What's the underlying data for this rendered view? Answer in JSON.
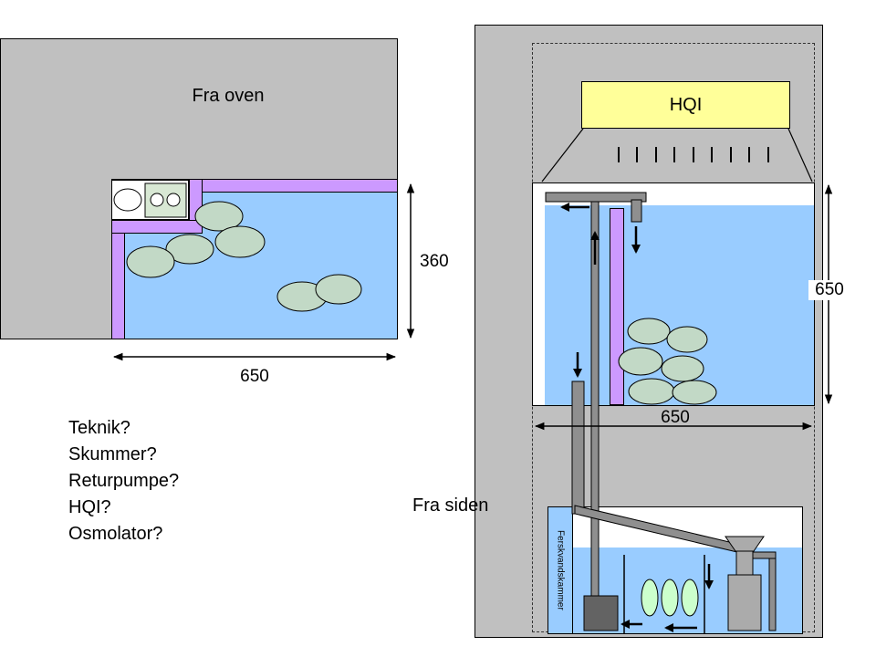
{
  "colors": {
    "panel_gray": "#c0c0c0",
    "water_blue": "#99ccff",
    "wall_purple": "#cc99ff",
    "lamp_yellow": "#ffff99",
    "rock_green": "#c2d9c6",
    "plant_green": "#ccffcc",
    "equipment_green": "#d8e8d4",
    "pipe_gray": "#8f8f8f",
    "pump_gray": "#636363",
    "skimmer_gray": "#ababab"
  },
  "top_view": {
    "title": "Fra oven",
    "height_dim": "360",
    "width_dim": "650"
  },
  "side_view": {
    "title": "Fra siden",
    "lamp_label": "HQI",
    "height_dim": "650",
    "width_dim": "650",
    "sump_chamber_label": "Ferskvandskammer"
  },
  "questions": [
    "Teknik?",
    "Skummer?",
    "Returpumpe?",
    "HQI?",
    "Osmolator?"
  ]
}
